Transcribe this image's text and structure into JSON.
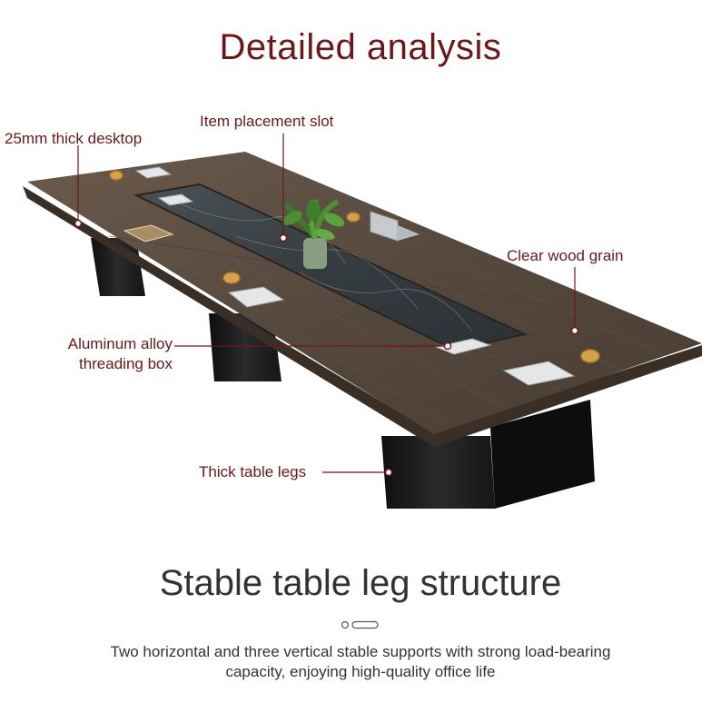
{
  "header": {
    "title": "Detailed analysis"
  },
  "callouts": {
    "desktop": "25mm thick desktop",
    "slot": "Item placement slot",
    "grain": "Clear wood grain",
    "alloy_line1": "Aluminum alloy",
    "alloy_line2": "threading box",
    "legs": "Thick table legs"
  },
  "footer": {
    "subtitle": "Stable table leg structure",
    "desc_line1": "Two horizontal and three vertical stable supports with strong load-bearing",
    "desc_line2": "capacity, enjoying high-quality office life"
  },
  "colors": {
    "accent": "#6e1719",
    "wood": "#57483c",
    "marble": "#3b4346",
    "legs": "#1b1b1d"
  }
}
